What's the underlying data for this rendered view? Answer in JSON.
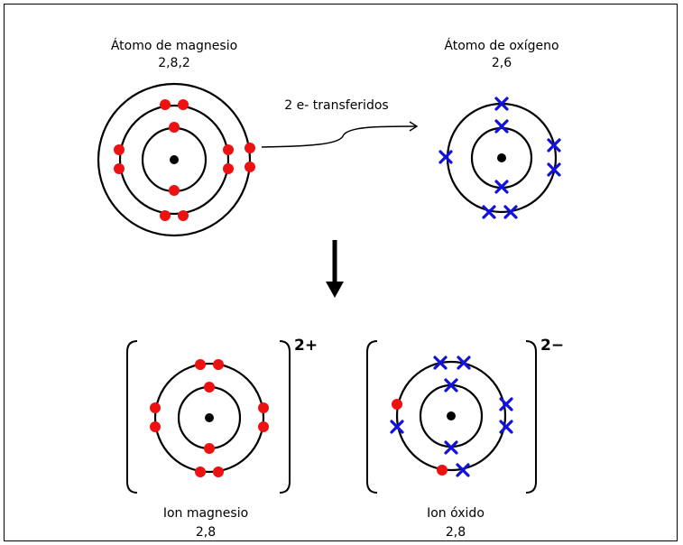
{
  "mg_atom": {
    "title": "Átomo de magnesio",
    "config": "2,8,2"
  },
  "o_atom": {
    "title": "Átomo de oxígeno",
    "config": "2,6"
  },
  "transfer": {
    "label": "2 e- transferidos"
  },
  "mg_ion": {
    "title": "Ion magnesio",
    "config": "2,8",
    "charge": "2+"
  },
  "o_ion": {
    "title": "Ion óxido",
    "config": "2,8",
    "charge": "2−"
  },
  "colors": {
    "magnesium_electron": "#ee1111",
    "oxygen_electron": "#1111dd",
    "nucleus": "#000000"
  }
}
